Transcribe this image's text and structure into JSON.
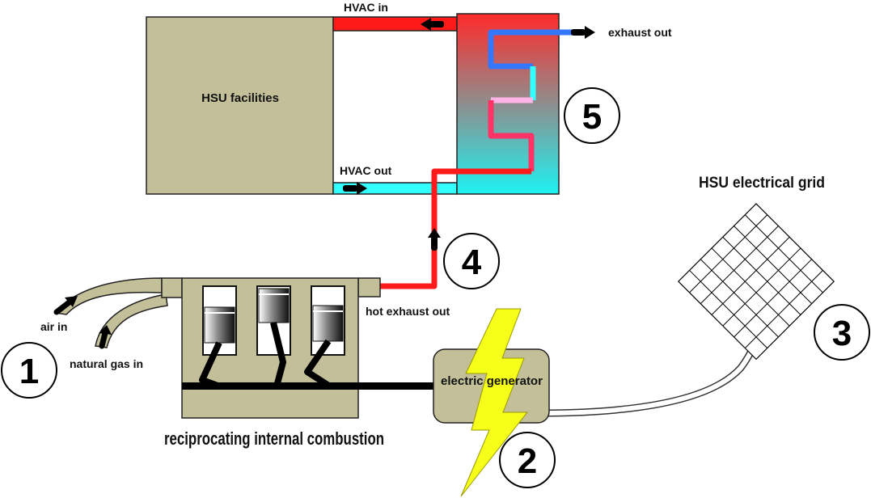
{
  "labels": {
    "facilities": "HSU facilities",
    "hvac_in": "HVAC in",
    "hvac_out": "HVAC out",
    "exhaust_out": "exhaust out",
    "electrical_grid": "HSU electrical grid",
    "hot_exhaust_out": "hot exhaust out",
    "air_in": "air in",
    "natural_gas_in": "natural gas in",
    "electric_generator": "electric generator",
    "engine": "reciprocating internal combustion"
  },
  "steps": [
    "1",
    "2",
    "3",
    "4",
    "5"
  ],
  "colors": {
    "hot_pipe": "#ff1a1a",
    "cold_pipe": "#33ffff",
    "beige": "#c2bf99",
    "exhaust_blue": "#3377ff",
    "bolt": "#f5ff1a"
  }
}
